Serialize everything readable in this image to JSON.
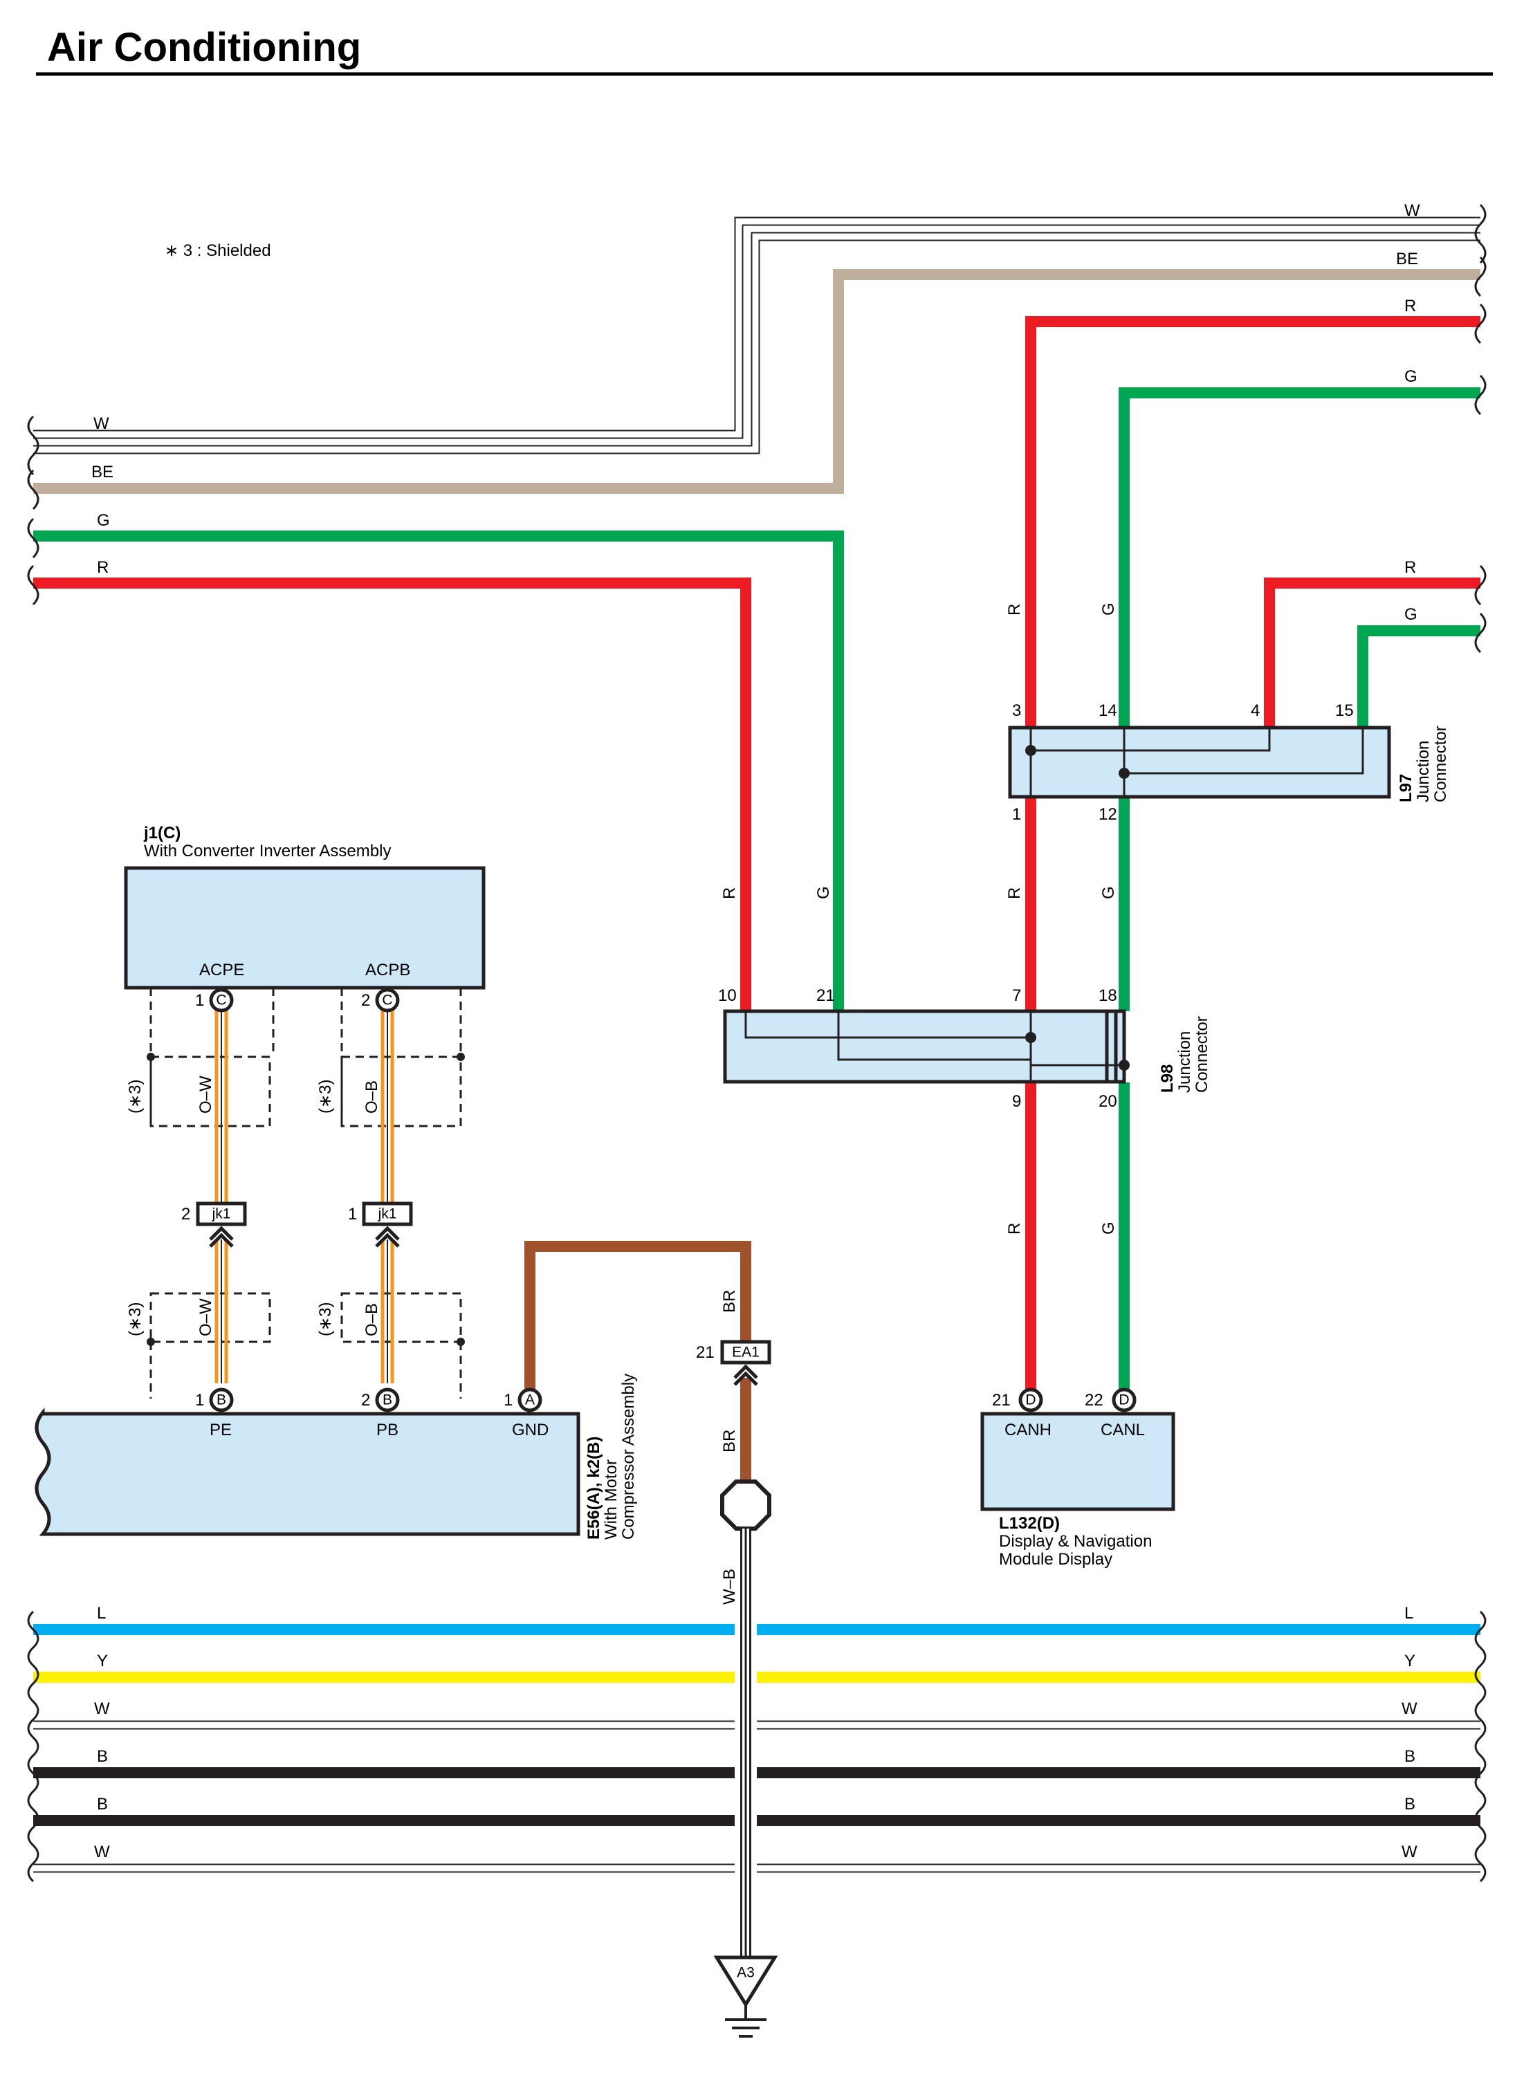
{
  "title": "Air Conditioning",
  "note": "∗ 3 : Shielded",
  "colors": {
    "W": "#ffffff",
    "BE": "#bfae9b",
    "R": "#ed1c24",
    "G": "#00a651",
    "L": "#00aeef",
    "Y": "#fff200",
    "B": "#231f20",
    "BR": "#a0522d",
    "O": "#f7941d",
    "component_fill": "#cfe8f7"
  },
  "wire_labels": {
    "W": "W",
    "BE": "BE",
    "G": "G",
    "R": "R",
    "L": "L",
    "Y": "Y",
    "B": "B",
    "BR": "BR",
    "WB": "W–B",
    "OW": "O–W",
    "OB": "O–B",
    "shield": "(∗3)"
  },
  "components": {
    "j1": {
      "id": "j1(C)",
      "name": "With Converter Inverter Assembly",
      "pins": [
        {
          "num": "1",
          "conn": "C",
          "name": "ACPE"
        },
        {
          "num": "2",
          "conn": "C",
          "name": "ACPB"
        }
      ]
    },
    "jk1": {
      "id": "jk1",
      "pins": [
        "2",
        "1"
      ]
    },
    "e56": {
      "id": "E56(A), k2(B)",
      "name1": "With Motor",
      "name2": "Compressor Assembly",
      "pins": [
        {
          "num": "1",
          "conn": "B",
          "name": "PE"
        },
        {
          "num": "2",
          "conn": "B",
          "name": "PB"
        },
        {
          "num": "1",
          "conn": "A",
          "name": "GND"
        }
      ]
    },
    "ea1": {
      "id": "EA1",
      "pin": "21"
    },
    "l97": {
      "id": "L97",
      "name1": "Junction",
      "name2": "Connector",
      "pins": [
        "3",
        "14",
        "4",
        "15",
        "1",
        "12"
      ]
    },
    "l98": {
      "id": "L98",
      "name1": "Junction",
      "name2": "Connector",
      "pins": [
        "10",
        "21",
        "7",
        "18",
        "9",
        "20"
      ]
    },
    "l132": {
      "id": "L132(D)",
      "name1": "Display & Navigation",
      "name2": "Module Display",
      "pins": [
        {
          "num": "21",
          "conn": "D",
          "name": "CANH"
        },
        {
          "num": "22",
          "conn": "D",
          "name": "CANL"
        }
      ]
    },
    "ground": {
      "id": "A3"
    }
  }
}
